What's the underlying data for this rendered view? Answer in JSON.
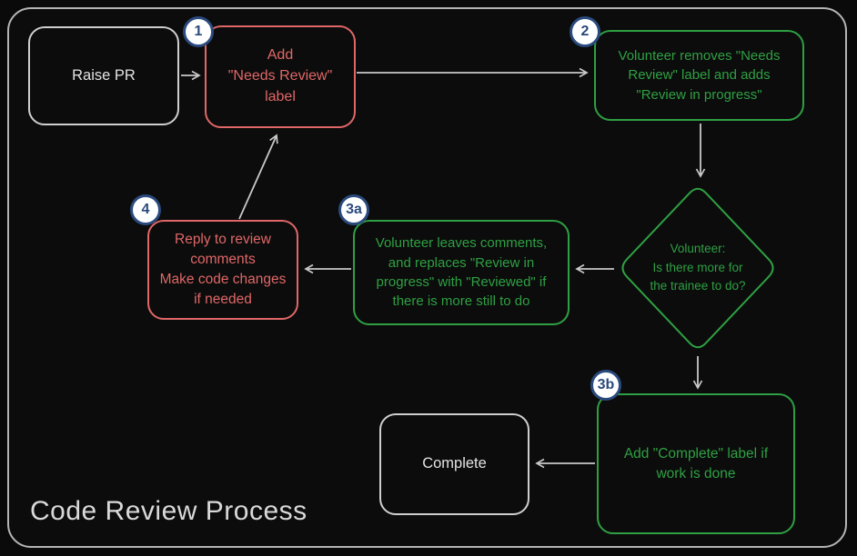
{
  "title": "Code Review Process",
  "colors": {
    "red": "#e06767",
    "green": "#2ea043",
    "neutral_box": "#cfcfcf",
    "badge_blue": "#2b4a7d",
    "arrow": "#c9c9c9",
    "background": "#0a0a0a"
  },
  "nodes": {
    "raise_pr": {
      "label": "Raise PR"
    },
    "step1": {
      "badge": "1",
      "label": "Add\n\"Needs Review\"\nlabel"
    },
    "step2": {
      "badge": "2",
      "label": "Volunteer removes \"Needs\nReview\" label and adds\n\"Review in progress\""
    },
    "decision": {
      "label": "Volunteer:\nIs there more for\nthe trainee to do?"
    },
    "step3a": {
      "badge": "3a",
      "label": "Volunteer leaves comments,\nand replaces \"Review in\nprogress\" with \"Reviewed\" if\nthere is more still to do"
    },
    "step4": {
      "badge": "4",
      "label": "Reply to review\ncomments\nMake code changes\nif needed"
    },
    "step3b": {
      "badge": "3b",
      "label": "Add \"Complete\" label if\nwork is done"
    },
    "complete": {
      "label": "Complete"
    }
  }
}
